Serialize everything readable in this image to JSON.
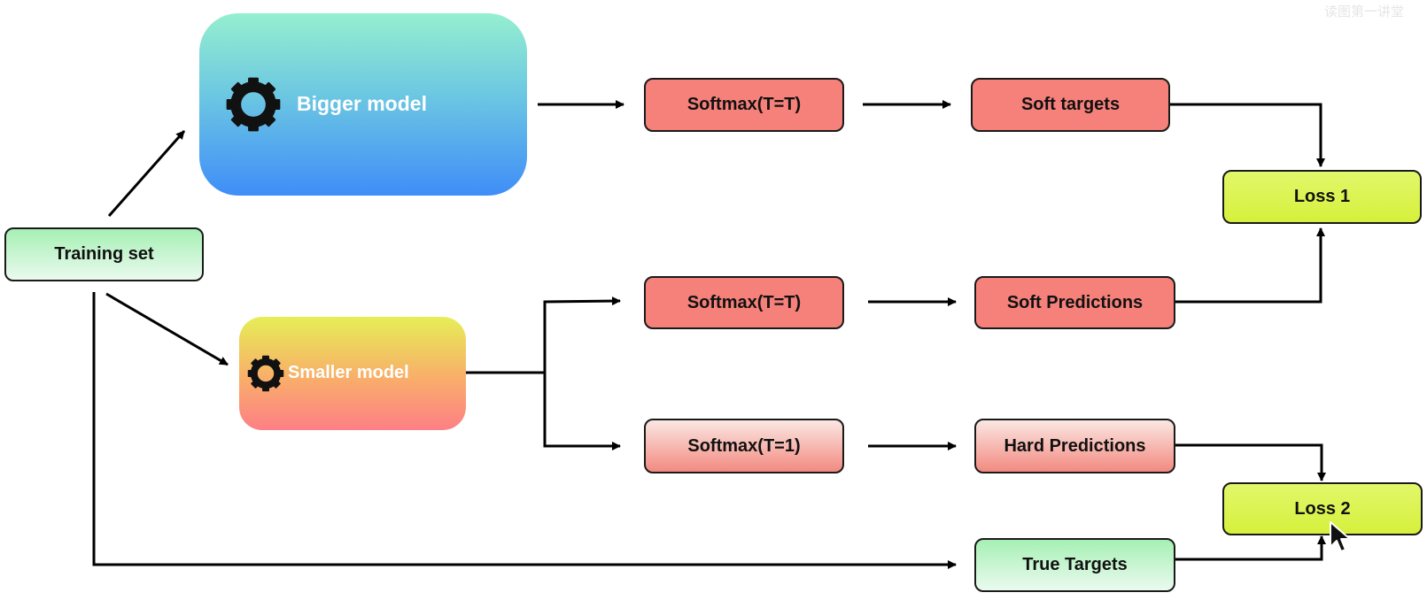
{
  "diagram": {
    "watermark": "读图第一讲堂",
    "training_set": "Training set",
    "bigger_model": "Bigger model",
    "smaller_model": "Smaller model",
    "teacher_softmax": "Softmax(T=T)",
    "soft_targets": "Soft targets",
    "loss1": "Loss 1",
    "student_softmax_t": "Softmax(T=T)",
    "soft_predictions": "Soft Predictions",
    "student_softmax_1": "Softmax(T=1)",
    "hard_predictions": "Hard Predictions",
    "loss2": "Loss 2",
    "true_targets": "True Targets"
  },
  "colors": {
    "green": "#a6f0b4",
    "red": "#f5817a",
    "pink": "#fbe7e3",
    "lime": "#d6f03c",
    "teacher_gradient_bottom": "#3f8df8",
    "student_gradient_bottom": "#fd7f86",
    "line": "#000000"
  },
  "icons": [
    "gear-icon",
    "cursor-icon"
  ]
}
